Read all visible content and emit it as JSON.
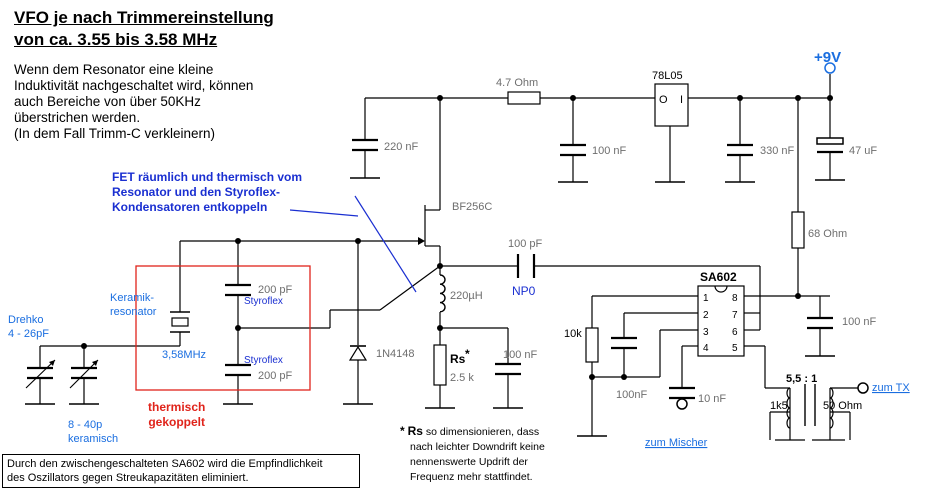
{
  "title": {
    "line1": "VFO je nach Trimmereinstellung",
    "line2": "von ca. 3.55 bis 3.58 MHz"
  },
  "description": [
    "Wenn dem Resonator eine kleine",
    "Induktivität nachgeschaltet wird, können",
    "auch Bereiche von über 50KHz",
    "überstrichen werden.",
    "(In dem Fall Trimm-C verkleinern)"
  ],
  "fet_note": [
    "FET räumlich und thermisch vom",
    "Resonator und den Styroflex-",
    "Kondensatoren entkoppeln"
  ],
  "thermal_note": [
    "thermisch",
    "gekoppelt"
  ],
  "bottom_note": [
    "Durch den zwischengeschalteten SA602 wird die Empfindlichkeit",
    "des Oszillators gegen Streukapazitäten eliminiert."
  ],
  "rs_note": {
    "star": "*",
    "label": "Rs",
    "line1": "so dimensionieren, dass",
    "line2": "nach leichter Downdrift keine",
    "line3": "nennenswerte Updrift der",
    "line4": "Frequenz mehr stattfindet."
  },
  "components": {
    "r_47": "4.7  Ohm",
    "reg": "78L05",
    "reg_o": "O",
    "reg_i": "I",
    "supply": "+9V",
    "c_220n": "220 nF",
    "c_100n_a": "100 nF",
    "c_330n": "330 nF",
    "c_47u": "47 uF",
    "fet": "BF256C",
    "r_68": "68  Ohm",
    "c_100p": "100 pF",
    "np0": "NP0",
    "l_220": "220µH",
    "rs": "Rs",
    "rs_star": "*",
    "rs_val": "2.5 k",
    "c_100n_b": "100 nF",
    "diode": "1N4148",
    "drehko_1": "Drehko",
    "drehko_2": "4 - 26pF",
    "trim_1": "8 - 40p",
    "trim_2": "keramisch",
    "res_1": "Keramik-",
    "res_2": "resonator",
    "res_freq": "3,58MHz",
    "c_sty1_val": "200 pF",
    "c_sty1_lbl": "Styroflex",
    "c_sty2_lbl": "Styroflex",
    "c_sty2_val": "200 pF",
    "ic": "SA602",
    "pins": [
      "1",
      "2",
      "3",
      "4",
      "8",
      "7",
      "6",
      "5"
    ],
    "r_10k": "10k",
    "c_100nf_c": "100nF",
    "c_10n": "10 nF",
    "c_100n_d": "100 nF",
    "mixer": "zum Mischer",
    "tx": "zum TX",
    "ratio": "5,5 : 1",
    "r_1k5": "1k5",
    "ohm50": "50 Ohm"
  },
  "colors": {
    "wire": "#000000",
    "label_gray": "#6e6e6e",
    "label_blue": "#1a2fd1",
    "supply_blue": "#1a6ee0",
    "note_red": "#e0241b",
    "box_red": "#e0241b"
  }
}
